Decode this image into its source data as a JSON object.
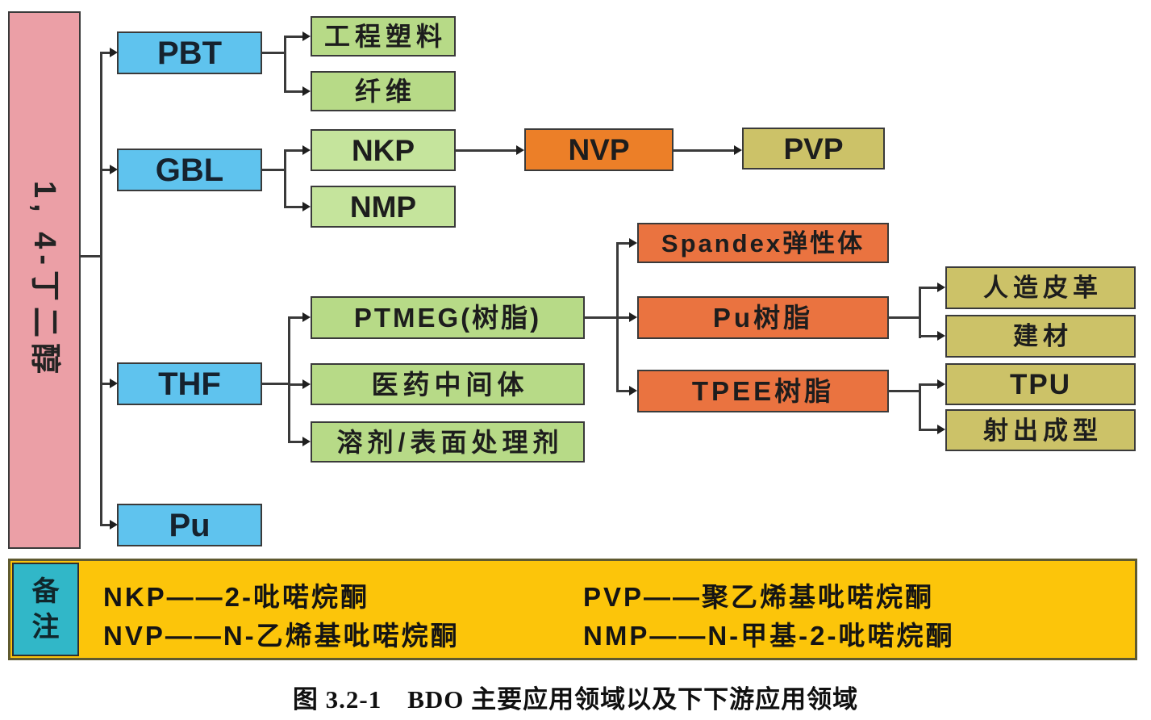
{
  "figure": {
    "root": {
      "label": "1, 4-丁二醇"
    },
    "level1": {
      "pbt": "PBT",
      "gbl": "GBL",
      "thf": "THF",
      "pu": "Pu"
    },
    "level2": {
      "eng_plastic": "工程塑料",
      "fiber": "纤维",
      "nkp": "NKP",
      "nmp": "NMP",
      "nvp": "NVP",
      "pvp": "PVP",
      "ptmeg": "PTMEG(树脂)",
      "pharma": "医药中间体",
      "solvent": "溶剂/表面处理剂",
      "spandex": "Spandex弹性体",
      "pu_resin": "Pu树脂",
      "tpee": "TPEE树脂",
      "leather": "人造皮革",
      "building": "建材",
      "tpu": "TPU",
      "injection": "射出成型"
    },
    "note": {
      "header": "备\n注",
      "left": [
        "NKP——2-吡喏烷酮",
        "NVP——N-乙烯基吡喏烷酮"
      ],
      "right": [
        "PVP——聚乙烯基吡喏烷酮",
        "NMP——N-甲基-2-吡喏烷酮"
      ]
    },
    "caption": "图 3.2-1　BDO 主要应用领域以及下下游应用领域"
  },
  "colors": {
    "root_pink": "#eb9fa6",
    "primary_blue": "#5fc3ee",
    "secondary_green": "#b7da87",
    "light_green": "#c5e49c",
    "orange": "#ec7f28",
    "deep_orange": "#ea7340",
    "olive": "#ccc268",
    "note_yellow": "#fcc50a",
    "note_teal": "#31b7c8",
    "line": "#3a3a3a"
  }
}
